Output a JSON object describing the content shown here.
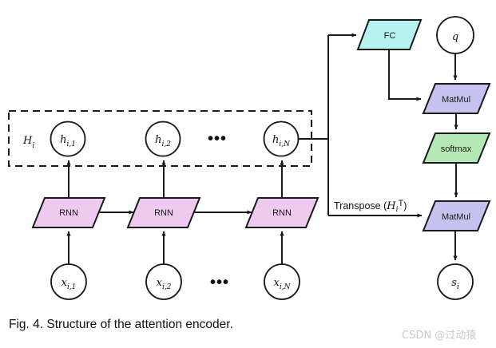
{
  "figure": {
    "caption": "Fig. 4. Structure of the attention encoder.",
    "watermark": "CSDN @过动猿"
  },
  "colors": {
    "rnn_fill": "#eec9f0",
    "fc_fill": "#b5f2f0",
    "matmul_fill": "#c6c2ef",
    "softmax_fill": "#b6e8b6",
    "node_fill": "#ffffff",
    "stroke": "#1a1a1a",
    "caption_text": "#111111",
    "watermark_text": "#c9c9c9"
  },
  "group_box": {
    "label": "H",
    "label_sub": "i",
    "style": "dashed"
  },
  "hidden_states": [
    {
      "label": "h",
      "sub": "i,1"
    },
    {
      "label": "h",
      "sub": "i,2"
    },
    {
      "label": "h",
      "sub": "i,N"
    }
  ],
  "hidden_ellipsis": "•••",
  "rnn_cells": [
    {
      "label": "RNN"
    },
    {
      "label": "RNN"
    },
    {
      "label": "RNN"
    }
  ],
  "inputs": [
    {
      "label": "x",
      "sub": "i,1"
    },
    {
      "label": "x",
      "sub": "i,2"
    },
    {
      "label": "x",
      "sub": "i,N"
    }
  ],
  "input_ellipsis": "•••",
  "attention": {
    "fc": {
      "label": "FC"
    },
    "query": {
      "label": "q"
    },
    "matmul_top": {
      "label": "MatMul"
    },
    "softmax": {
      "label": "softmax"
    },
    "matmul_bottom": {
      "label": "MatMul"
    },
    "output": {
      "label": "s",
      "sub": "i"
    },
    "transpose_label": "Transpose (",
    "transpose_var": "H",
    "transpose_var_sub": "i",
    "transpose_var_sup": "T",
    "transpose_label_close": ")"
  },
  "chart_data": {
    "type": "diagram",
    "title": "Structure of the attention encoder",
    "nodes": [
      {
        "id": "x1",
        "label": "x_{i,1}",
        "shape": "ellipse",
        "fill": "#ffffff"
      },
      {
        "id": "x2",
        "label": "x_{i,2}",
        "shape": "ellipse",
        "fill": "#ffffff"
      },
      {
        "id": "xN",
        "label": "x_{i,N}",
        "shape": "ellipse",
        "fill": "#ffffff"
      },
      {
        "id": "rnn1",
        "label": "RNN",
        "shape": "parallelogram",
        "fill": "#eec9f0"
      },
      {
        "id": "rnn2",
        "label": "RNN",
        "shape": "parallelogram",
        "fill": "#eec9f0"
      },
      {
        "id": "rnnN",
        "label": "RNN",
        "shape": "parallelogram",
        "fill": "#eec9f0"
      },
      {
        "id": "h1",
        "label": "h_{i,1}",
        "shape": "ellipse",
        "fill": "#ffffff"
      },
      {
        "id": "h2",
        "label": "h_{i,2}",
        "shape": "ellipse",
        "fill": "#ffffff"
      },
      {
        "id": "hN",
        "label": "h_{i,N}",
        "shape": "ellipse",
        "fill": "#ffffff"
      },
      {
        "id": "Hi",
        "label": "H_i",
        "shape": "dashed-group",
        "fill": "none"
      },
      {
        "id": "fc",
        "label": "FC",
        "shape": "parallelogram",
        "fill": "#b5f2f0"
      },
      {
        "id": "q",
        "label": "q",
        "shape": "ellipse",
        "fill": "#ffffff"
      },
      {
        "id": "matmul1",
        "label": "MatMul",
        "shape": "parallelogram",
        "fill": "#c6c2ef"
      },
      {
        "id": "softmax",
        "label": "softmax",
        "shape": "parallelogram",
        "fill": "#b6e8b6"
      },
      {
        "id": "matmul2",
        "label": "MatMul",
        "shape": "parallelogram",
        "fill": "#c6c2ef"
      },
      {
        "id": "si",
        "label": "s_i",
        "shape": "ellipse",
        "fill": "#ffffff"
      }
    ],
    "edges": [
      {
        "from": "x1",
        "to": "rnn1",
        "label": ""
      },
      {
        "from": "x2",
        "to": "rnn2",
        "label": ""
      },
      {
        "from": "xN",
        "to": "rnnN",
        "label": ""
      },
      {
        "from": "rnn1",
        "to": "rnn2",
        "label": ""
      },
      {
        "from": "rnn2",
        "to": "rnnN",
        "label": ""
      },
      {
        "from": "rnn1",
        "to": "h1",
        "label": ""
      },
      {
        "from": "rnn2",
        "to": "h2",
        "label": ""
      },
      {
        "from": "rnnN",
        "to": "hN",
        "label": ""
      },
      {
        "from": "Hi",
        "to": "fc",
        "label": ""
      },
      {
        "from": "Hi",
        "to": "matmul2",
        "label": "Transpose (H_i^T)"
      },
      {
        "from": "fc",
        "to": "matmul1",
        "label": ""
      },
      {
        "from": "q",
        "to": "matmul1",
        "label": ""
      },
      {
        "from": "matmul1",
        "to": "softmax",
        "label": ""
      },
      {
        "from": "softmax",
        "to": "matmul2",
        "label": ""
      },
      {
        "from": "matmul2",
        "to": "si",
        "label": ""
      }
    ]
  }
}
